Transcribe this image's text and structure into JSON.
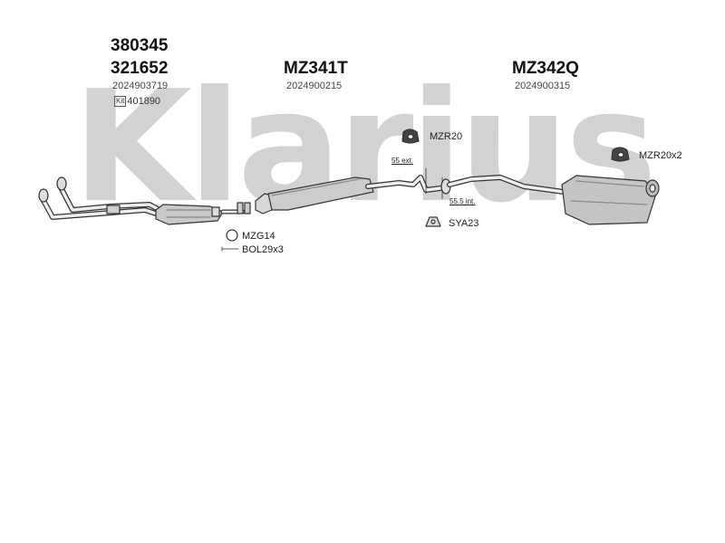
{
  "brand_watermark": "Klarius",
  "parts": [
    {
      "number": "380345"
    },
    {
      "number": "321652",
      "oem": "2024903719",
      "kit": "Kit",
      "kit_number": "401890"
    },
    {
      "number": "MZ341T",
      "oem": "2024900215"
    },
    {
      "number": "MZ342Q",
      "oem": "2024900315"
    }
  ],
  "fittings": {
    "mzr20": "MZR20",
    "mzr20x2": "MZR20x2",
    "mzg14": "MZG14",
    "bol29x3": "BOL29x3",
    "sya23": "SYA23"
  },
  "dimensions": {
    "ext": "55 ext.",
    "int": "55.5 int."
  },
  "colors": {
    "watermark": "#d2d2d2",
    "line": "#333333",
    "fill_light": "#e6e6e6",
    "fill_mid": "#b8b8b8"
  }
}
